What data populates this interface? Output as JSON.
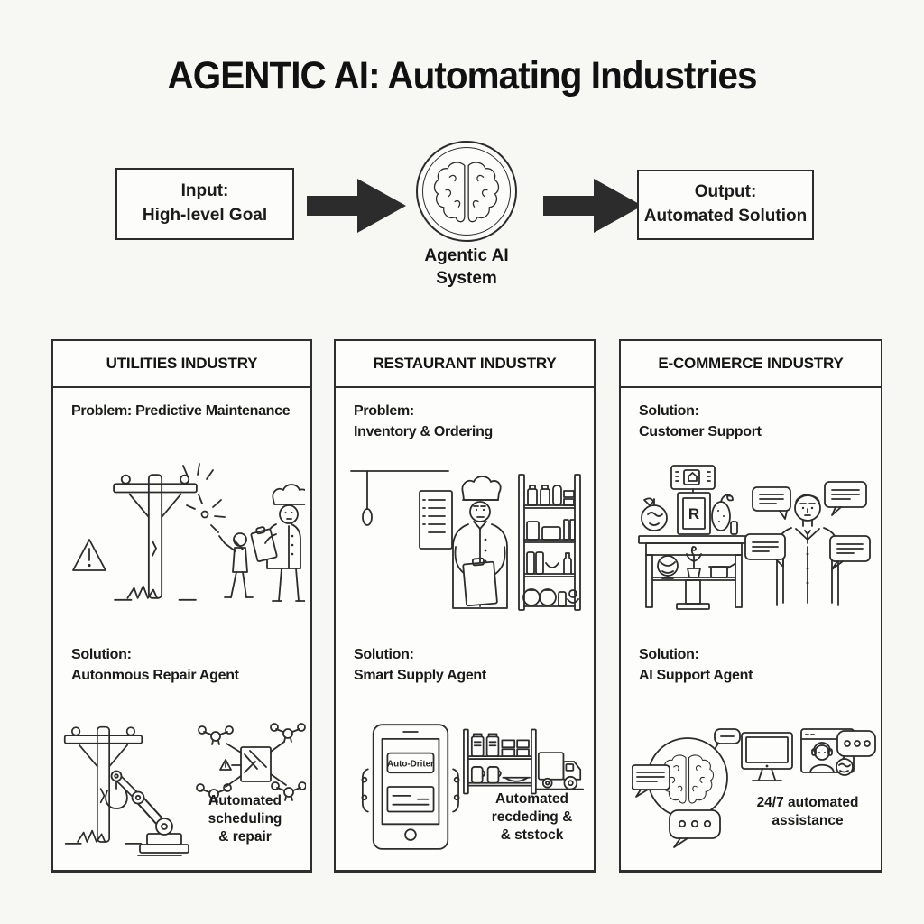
{
  "title": "AGENTIC AI: Automating Industries",
  "colors": {
    "ink": "#2c2c2c",
    "background": "#f7f7f4",
    "panel": "#fdfdfc"
  },
  "flow": {
    "input_label": "Input:\nHigh-level Goal",
    "system_label": "Agentic AI\nSystem",
    "output_label": "Output:\nAutomated Solution"
  },
  "panels": [
    {
      "header": "UTILITIES INDUSTRY",
      "problem": "Problem: Predictive Maintenance",
      "solution": "Solution:\nAutonmous Repair Agent",
      "caption": "Automated\nscheduling\n& repair",
      "illustrations": [
        "warning-triangle",
        "utility-pole-spark",
        "worker",
        "technician-clipboard",
        "utility-pole",
        "robot-arm",
        "drone-swarm"
      ]
    },
    {
      "header": "RESTAURANT INDUSTRY",
      "problem": "Problem:\nInventory & Ordering",
      "solution": "Solution:\nSmart Supply Agent",
      "tablet_label": "Auto-Driter",
      "caption": "Automated\nrecdeding &\n& ststock",
      "illustrations": [
        "chef-clipboard",
        "pantry-shelf",
        "ordering-tablet",
        "delivery-shelf-truck"
      ]
    },
    {
      "header": "E-COMMERCE INDUSTRY",
      "problem": "Solution:\nCustomer Support",
      "solution": "Solution:\nAI Support Agent",
      "frame_letter": "R",
      "caption": "24/7 automated\nassistance",
      "illustrations": [
        "product-desk",
        "customer-chat-bubbles",
        "ai-brain-chat",
        "monitor-video-support"
      ]
    }
  ]
}
